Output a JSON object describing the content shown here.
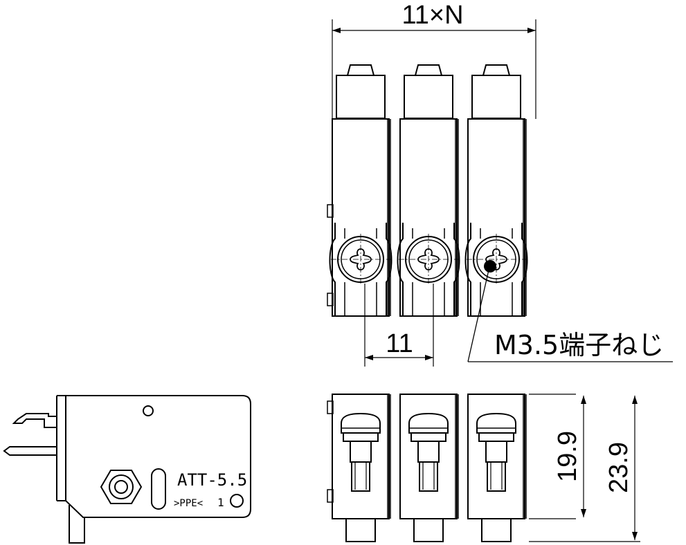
{
  "dimensions": {
    "overall_width": "11×N",
    "pitch": "11",
    "height_inner": "19.9",
    "height_outer": "23.9"
  },
  "callout": {
    "screw_label": "M3.5端子ねじ"
  },
  "side_view": {
    "model_mark": "ATT-5.5",
    "material_mark": ">PPE<",
    "mark_number": "1"
  }
}
